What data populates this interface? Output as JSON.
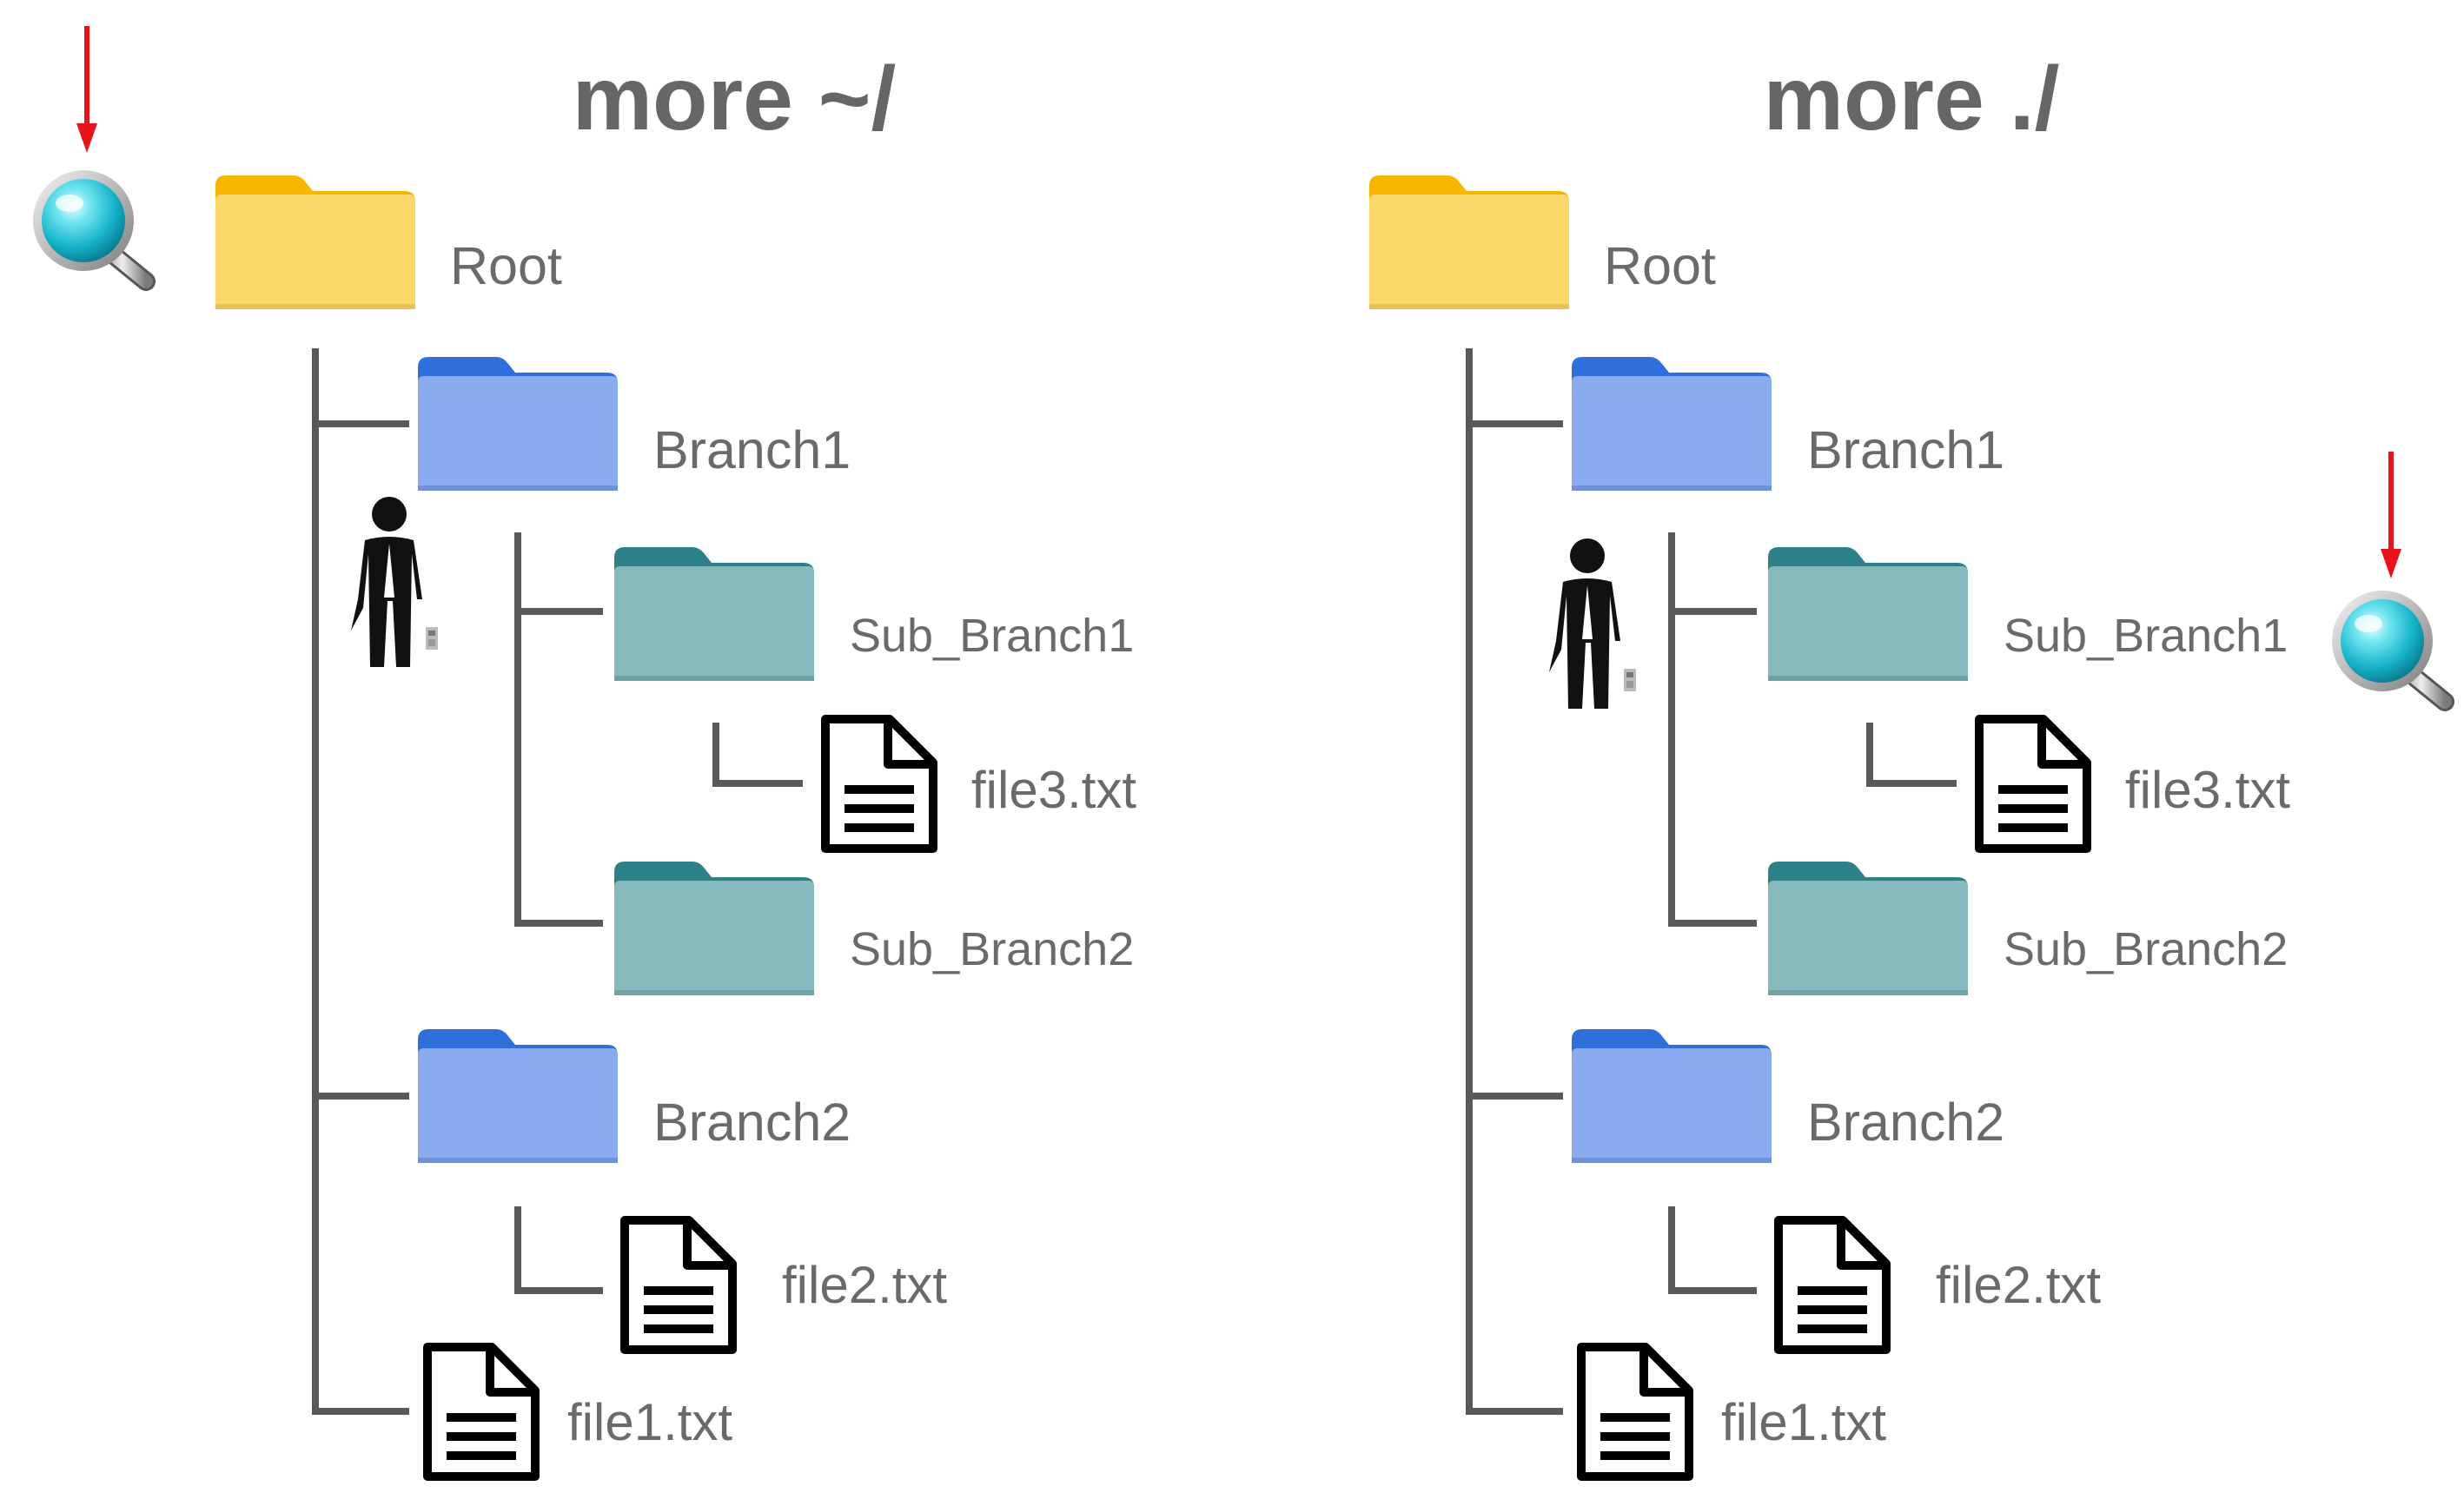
{
  "panels": [
    {
      "title": "more ~/",
      "labels": {
        "root": "Root",
        "branch1": "Branch1",
        "sub_branch1": "Sub_Branch1",
        "file3": "file3.txt",
        "sub_branch2": "Sub_Branch2",
        "branch2": "Branch2",
        "file2": "file2.txt",
        "file1": "file1.txt"
      },
      "search_marker_at": "Root"
    },
    {
      "title": "more ./",
      "labels": {
        "root": "Root",
        "branch1": "Branch1",
        "sub_branch1": "Sub_Branch1",
        "file3": "file3.txt",
        "sub_branch2": "Sub_Branch2",
        "branch2": "Branch2",
        "file2": "file2.txt",
        "file1": "file1.txt"
      },
      "search_marker_at": "Sub_Branch1"
    }
  ],
  "icons": {
    "root_folder": "folder-icon",
    "branch_folder": "folder-icon",
    "sub_branch_folder": "folder-icon",
    "file": "document-icon",
    "user": "person-icon",
    "marker": "magnifier-icon",
    "pointer": "arrow-down-icon"
  },
  "colors": {
    "root_folder_body": "#fcd86b",
    "root_folder_tab": "#f8b500",
    "branch_folder_body": "#8aabef",
    "branch_folder_tab": "#2f6fdb",
    "sub_folder_body": "#86b9bb",
    "sub_folder_tab": "#2d8087",
    "tree_line": "#595959",
    "label_text": "#6a6a6a",
    "title_text": "#666666",
    "arrow": "#e8141a",
    "lens": "#22c3d8"
  }
}
